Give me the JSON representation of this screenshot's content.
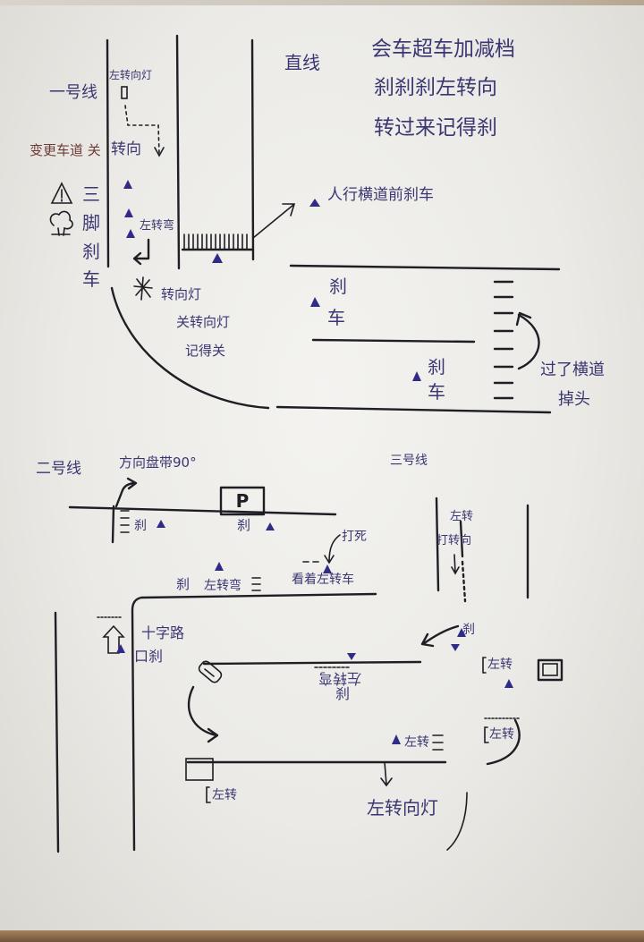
{
  "route1": {
    "title": "一号线",
    "straight": "直线",
    "left_signal": "左转向灯",
    "lane_change_off": "变更车道 关",
    "turn_word": "转向",
    "three_pedal_brake": [
      "三",
      "脚",
      "刹",
      "车"
    ],
    "left_turn": "左转弯",
    "signal_notes": [
      "转向灯",
      "关转向灯",
      "记得关"
    ],
    "crosswalk_brake": "人行横道前刹车",
    "brake_a": [
      "刹",
      "车"
    ],
    "brake_b": [
      "刹",
      "车"
    ],
    "u_turn": [
      "过了横道",
      "掉头"
    ]
  },
  "tips": [
    "会车超车加减档",
    "刹刹刹左转向",
    "转过来记得刹"
  ],
  "route2": {
    "title": "二号线",
    "steering": "方向盘带90°",
    "parking_sign": "P",
    "brake_near_parking": "刹",
    "brake_left": "刹",
    "full_lock": "打死",
    "watch_left_cars": "看着左转车",
    "brake_before_turn": "刹",
    "left_turn": "左转弯",
    "intersection": [
      "十字路",
      "口刹"
    ]
  },
  "route3": {
    "title": "三号线",
    "left_turn_top": "左转",
    "signal_top": "打转向",
    "brake_right": "刹",
    "left_turn_box": "左转",
    "left_turn_bracket": "左转",
    "left_turn_center": "左转",
    "left_turn_mid": "左转弯",
    "brake_mid": "刹",
    "left_turn_bottom": "左转",
    "left_signal": "左转向灯"
  },
  "colors": {
    "ink": "#3a3672",
    "pencil": "#1e1e24",
    "marker": "#2f2b86",
    "red_ink": "#6e3b36",
    "paper": "#eeede9"
  },
  "icons": [
    "warning-triangle-icon",
    "tree-icon",
    "star-icon",
    "turn-arrow-icon",
    "triangle-marker-icon",
    "up-arrow-icon",
    "car-icon"
  ]
}
